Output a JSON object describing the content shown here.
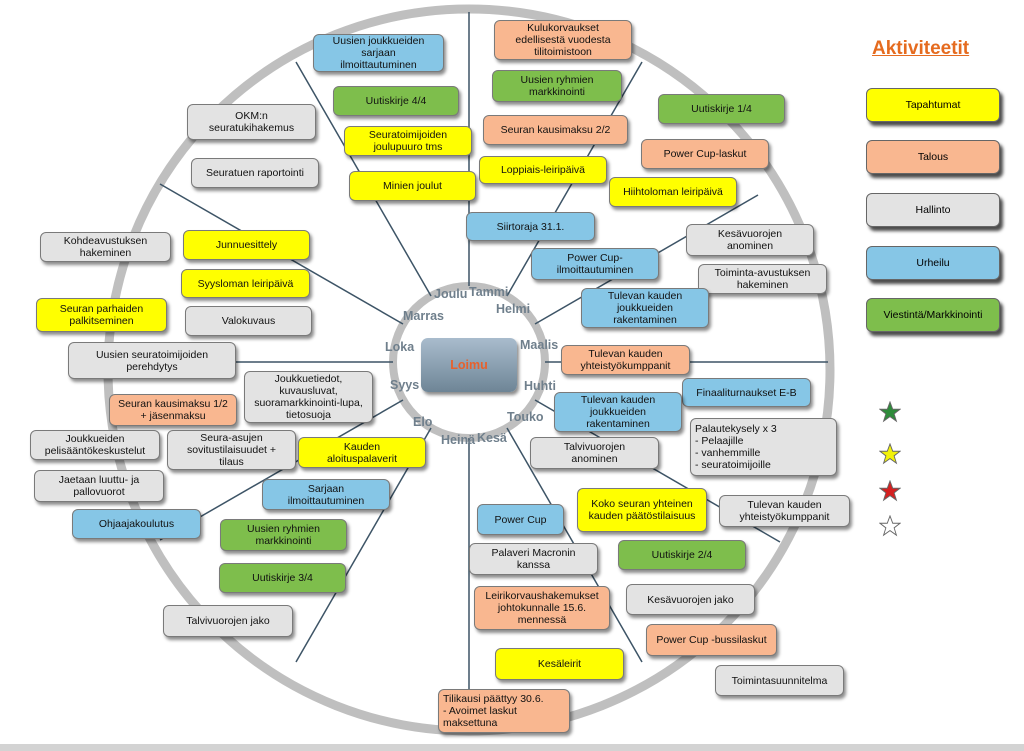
{
  "colors": {
    "yellow": "#ffff00",
    "orange": "#f9b790",
    "gray": "#e3e3e3",
    "blue": "#86c6e6",
    "green": "#7ebe4c",
    "ring": "#bfbfbf",
    "spoke": "#3d5466",
    "month_text": "#6f7f8c",
    "center_text": "#e8612c",
    "title": "#e56b1f"
  },
  "center_label": "Loimu",
  "months": {
    "tammi": "Tammi",
    "helmi": "Helmi",
    "maalis": "Maalis",
    "huhti": "Huhti",
    "touko": "Touko",
    "kesa": "Kesä",
    "heina": "Heinä",
    "elo": "Elo",
    "syys": "Syys",
    "loka": "Loka",
    "marras": "Marras",
    "joulu": "Joulu"
  },
  "legend": {
    "title": "Aktiviteetit",
    "items": [
      {
        "label": "Tapahtumat",
        "color": "#ffff00"
      },
      {
        "label": "Talous",
        "color": "#f9b790"
      },
      {
        "label": "Hallinto",
        "color": "#e3e3e3"
      },
      {
        "label": "Urheilu",
        "color": "#86c6e6"
      },
      {
        "label": "Viestintä/Markkinointi",
        "color": "#7ebe4c"
      }
    ],
    "stars": [
      {
        "icon": "star-icon",
        "color": "#2e8b3a"
      },
      {
        "icon": "star-icon",
        "color": "#f2f20a"
      },
      {
        "icon": "star-icon",
        "color": "#d42020"
      },
      {
        "icon": "star-icon",
        "color": "#ffffff"
      }
    ]
  },
  "activities": [
    {
      "text": "Kulukorvaukset\nedellisestä vuodesta\ntilitoimistoon",
      "category": "orange"
    },
    {
      "text": "Uusien joukkueiden\nsarjaan\nilmoittautuminen",
      "category": "blue"
    },
    {
      "text": "Uusien ryhmien\nmarkkinointi",
      "category": "green"
    },
    {
      "text": "Uutiskirje 4/4",
      "category": "green"
    },
    {
      "text": "Uutiskirje 1/4",
      "category": "green"
    },
    {
      "text": "OKM:n\nseuratukihakemus",
      "category": "gray"
    },
    {
      "text": "Seuratoimijoiden\njoulupuuro tms",
      "category": "yellow"
    },
    {
      "text": "Seuran kausimaksu 2/2",
      "category": "orange"
    },
    {
      "text": "Power Cup-laskut",
      "category": "orange"
    },
    {
      "text": "Seuratuen raportointi",
      "category": "gray"
    },
    {
      "text": "Loppiais-leiripäivä",
      "category": "yellow"
    },
    {
      "text": "Minien joulut",
      "category": "yellow"
    },
    {
      "text": "Hiihtoloman leiripäivä",
      "category": "yellow"
    },
    {
      "text": "Siirtoraja 31.1.",
      "category": "blue"
    },
    {
      "text": "Kesävuorojen\nanominen",
      "category": "gray"
    },
    {
      "text": "Kohdeavustuksen\nhakeminen",
      "category": "gray"
    },
    {
      "text": "Junnuesittely",
      "category": "yellow"
    },
    {
      "text": "Power Cup-\nilmoittautuminen",
      "category": "blue"
    },
    {
      "text": "Toiminta-avustuksen\nhakeminen",
      "category": "gray"
    },
    {
      "text": "Syysloman leiripäivä",
      "category": "yellow"
    },
    {
      "text": "Tulevan kauden\njoukkueiden\nrakentaminen",
      "category": "blue"
    },
    {
      "text": "Seuran parhaiden\npalkitseminen",
      "category": "yellow"
    },
    {
      "text": "Valokuvaus",
      "category": "gray"
    },
    {
      "text": "Uusien seuratoimijoiden\nperehdytys",
      "category": "gray"
    },
    {
      "text": "Tulevan kauden\nyhteistyökumppanit",
      "category": "orange"
    },
    {
      "text": "Joukkuetiedot,\nkuvausluvat,\nsuoramarkkinointi-lupa,\ntietosuoja",
      "category": "gray"
    },
    {
      "text": "Finaaliturnaukset E-B",
      "category": "blue"
    },
    {
      "text": "Seuran kausimaksu 1/2\n+ jäsenmaksu",
      "category": "orange"
    },
    {
      "text": "Tulevan kauden\njoukkueiden\nrakentaminen",
      "category": "blue"
    },
    {
      "text": "Palautekysely x 3\n-        Pelaajille\n-        vanhemmille\n-        seuratoimijoille",
      "category": "gray"
    },
    {
      "text": "Joukkueiden\npelisääntökeskustelut",
      "category": "gray"
    },
    {
      "text": "Seura-asujen\nsovitustilaisuudet +\ntilaus",
      "category": "gray"
    },
    {
      "text": "Kauden\naloituspalaverit",
      "category": "yellow"
    },
    {
      "text": "Talvivuorojen\nanominen",
      "category": "gray"
    },
    {
      "text": "Jaetaan luuttu- ja\npallovuorot",
      "category": "gray"
    },
    {
      "text": "Sarjaan\nilmoittautuminen",
      "category": "blue"
    },
    {
      "text": "Koko seuran yhteinen\nkauden päätöstilaisuus",
      "category": "yellow"
    },
    {
      "text": "Tulevan kauden\nyhteistyökumppanit",
      "category": "gray"
    },
    {
      "text": "Ohjaajakoulutus",
      "category": "blue"
    },
    {
      "text": "Power Cup",
      "category": "blue"
    },
    {
      "text": "Uusien ryhmien\nmarkkinointi",
      "category": "green"
    },
    {
      "text": "Palaveri Macronin\nkanssa",
      "category": "gray"
    },
    {
      "text": "Uutiskirje 2/4",
      "category": "green"
    },
    {
      "text": "Uutiskirje 3/4",
      "category": "green"
    },
    {
      "text": "Leirikorvaushakemukset\njohtokunnalle 15.6.\nmennessä",
      "category": "orange"
    },
    {
      "text": "Kesävuorojen jako",
      "category": "gray"
    },
    {
      "text": "Talvivuorojen jako",
      "category": "gray"
    },
    {
      "text": "Power Cup -bussilaskut",
      "category": "orange"
    },
    {
      "text": "Kesäleirit",
      "category": "yellow"
    },
    {
      "text": "Toimintasuunnitelma",
      "category": "gray"
    },
    {
      "text": "Tilikausi päättyy 30.6.\n-        Avoimet laskut\nmaksettuna",
      "category": "orange"
    }
  ]
}
